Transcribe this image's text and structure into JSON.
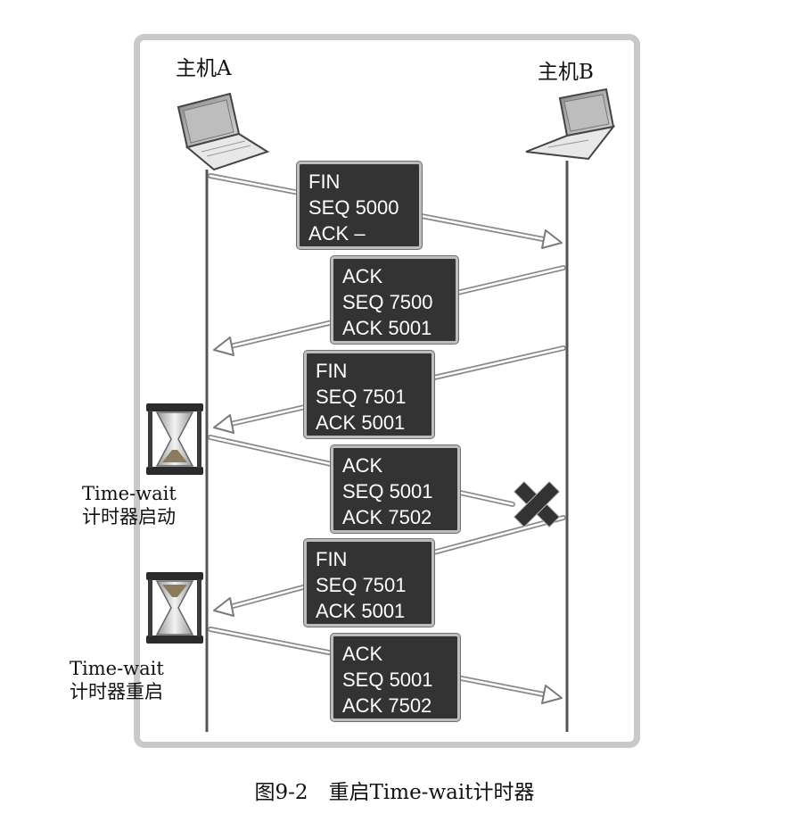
{
  "host_a": "主机A",
  "host_b": "主机B",
  "messages": [
    {
      "lines": [
        "FIN",
        "SEQ 5000",
        "ACK  –"
      ]
    },
    {
      "lines": [
        "ACK",
        "SEQ 7500",
        "ACK 5001"
      ]
    },
    {
      "lines": [
        "FIN",
        "SEQ 7501",
        "ACK 5001"
      ]
    },
    {
      "lines": [
        "ACK",
        "SEQ 5001",
        "ACK 7502"
      ]
    },
    {
      "lines": [
        "FIN",
        "SEQ 7501",
        "ACK 5001"
      ]
    },
    {
      "lines": [
        "ACK",
        "SEQ 5001",
        "ACK 7502"
      ]
    }
  ],
  "timer_start": {
    "line1": "Time-wait",
    "line2": "计时器启动"
  },
  "timer_restart": {
    "line1": "Time-wait",
    "line2": "计时器重启"
  },
  "caption": "图9-2　重启Time-wait计时器",
  "icons": [
    "laptop-icon",
    "hourglass-icon",
    "lost-packet-x-icon"
  ]
}
